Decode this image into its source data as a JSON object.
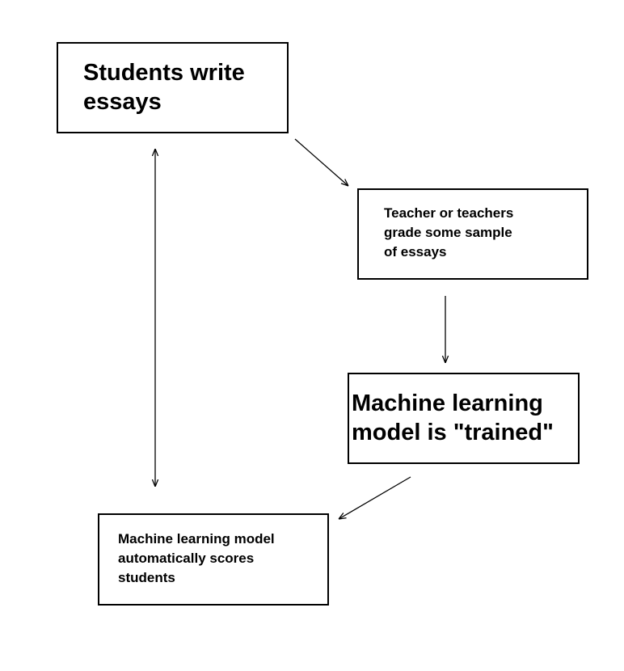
{
  "nodes": {
    "students": {
      "label": "Students write\nessays"
    },
    "teacher": {
      "label": "Teacher or teachers\ngrade some sample\nof essays"
    },
    "model": {
      "label": "Machine learning\n model is \"trained\""
    },
    "scores": {
      "label": "Machine learning model\nautomatically scores\nstudents"
    }
  },
  "edges": [
    {
      "from": "students",
      "to": "teacher",
      "style": "single-arrow"
    },
    {
      "from": "teacher",
      "to": "model",
      "style": "single-arrow"
    },
    {
      "from": "model",
      "to": "scores",
      "style": "single-arrow"
    },
    {
      "from": "students",
      "to": "scores",
      "style": "double-arrow"
    }
  ]
}
